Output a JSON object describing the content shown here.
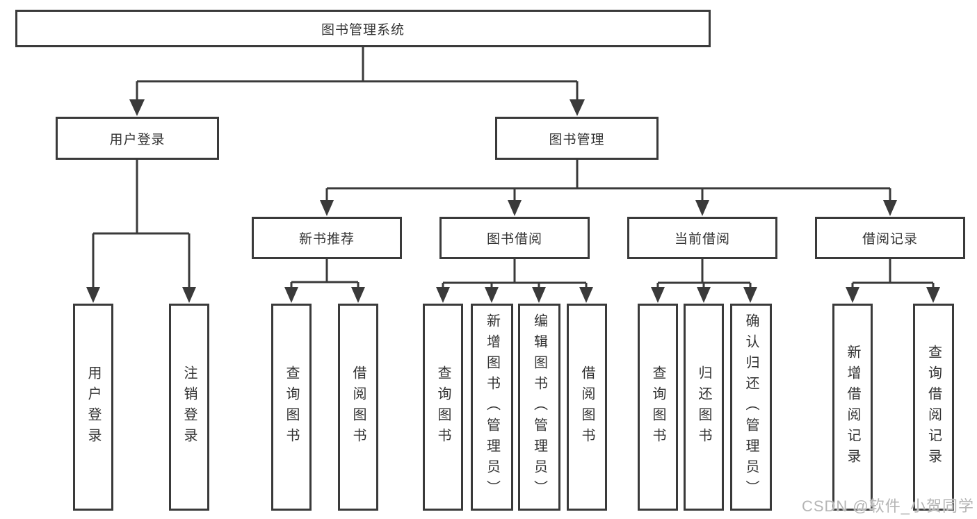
{
  "tree": {
    "label": "图书管理系统",
    "children": [
      {
        "label": "用户登录",
        "children": [
          {
            "label": "用户登录"
          },
          {
            "label": "注销登录"
          }
        ]
      },
      {
        "label": "图书管理",
        "children": [
          {
            "label": "新书推荐",
            "children": [
              {
                "label": "查询图书"
              },
              {
                "label": "借阅图书"
              }
            ]
          },
          {
            "label": "图书借阅",
            "children": [
              {
                "label": "查询图书"
              },
              {
                "label": "新增图书（管理员）"
              },
              {
                "label": "编辑图书（管理员）"
              },
              {
                "label": "借阅图书"
              }
            ]
          },
          {
            "label": "当前借阅",
            "children": [
              {
                "label": "查询图书"
              },
              {
                "label": "归还图书"
              },
              {
                "label": "确认归还（管理员）"
              }
            ]
          },
          {
            "label": "借阅记录",
            "children": [
              {
                "label": "新增借阅记录"
              },
              {
                "label": "查询借阅记录"
              }
            ]
          }
        ]
      }
    ]
  },
  "watermark": "CSDN @软件_小贺同学",
  "colors": {
    "line": "#3a3a3a",
    "box_border": "#3a3a3a",
    "text": "#333333",
    "watermark": "#b5b5b5",
    "background": "#ffffff"
  }
}
